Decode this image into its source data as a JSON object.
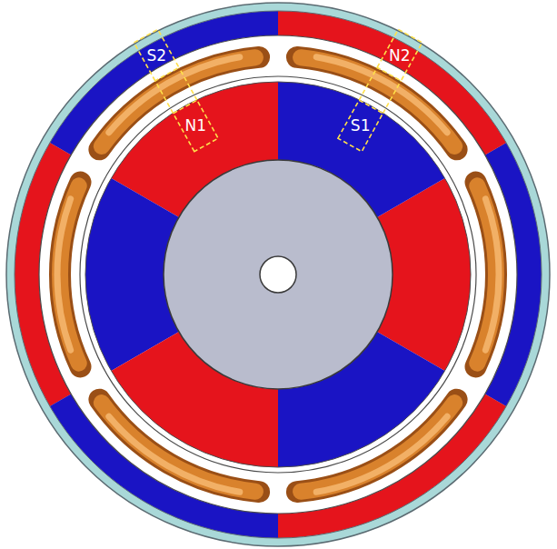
{
  "diagram": {
    "labels": [
      "S2",
      "N2",
      "N1",
      "S1"
    ]
  }
}
